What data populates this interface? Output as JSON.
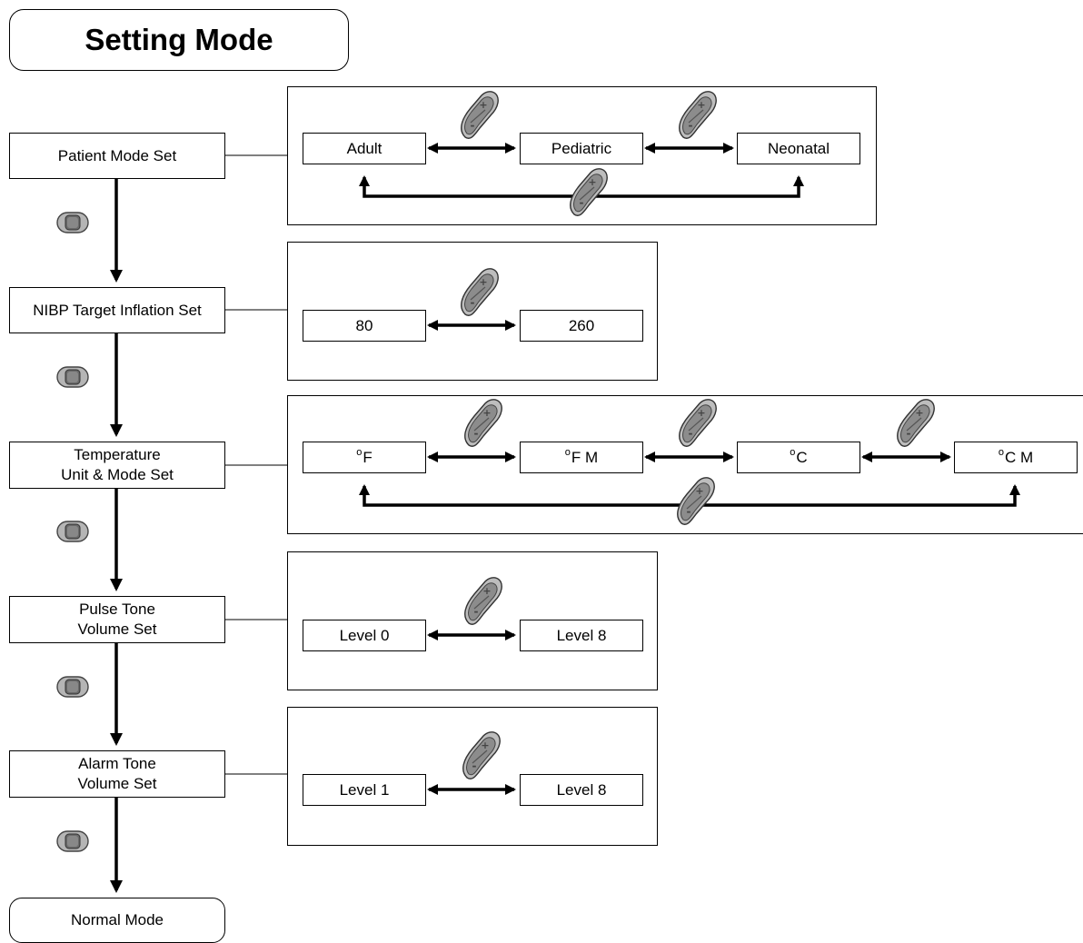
{
  "title": "Setting Mode",
  "steps": [
    {
      "line1": "Patient Mode Set",
      "line2": ""
    },
    {
      "line1": "NIBP Target Inflation Set",
      "line2": ""
    },
    {
      "line1": "Temperature",
      "line2": "Unit & Mode Set"
    },
    {
      "line1": "Pulse Tone",
      "line2": "Volume Set"
    },
    {
      "line1": "Alarm Tone",
      "line2": "Volume Set"
    }
  ],
  "end": "Normal Mode",
  "panels": {
    "patient": [
      "Adult",
      "Pediatric",
      "Neonatal"
    ],
    "nibp": [
      "80",
      "260"
    ],
    "temperature": [
      {
        "deg": "o",
        "text": "F"
      },
      {
        "deg": "o",
        "text": "F M"
      },
      {
        "deg": "o",
        "text": "C"
      },
      {
        "deg": "o",
        "text": "C M"
      }
    ],
    "pulse": [
      "Level 0",
      "Level 8"
    ],
    "alarm": [
      "Level 1",
      "Level 8"
    ]
  },
  "icons": {
    "updown": "up-down-key-icon",
    "mode": "mode-key-icon"
  },
  "colors": {
    "key_fill": "#8c8c8c",
    "key_light": "#b5b5b5",
    "key_dark": "#5a5a5a",
    "line": "#000000"
  }
}
